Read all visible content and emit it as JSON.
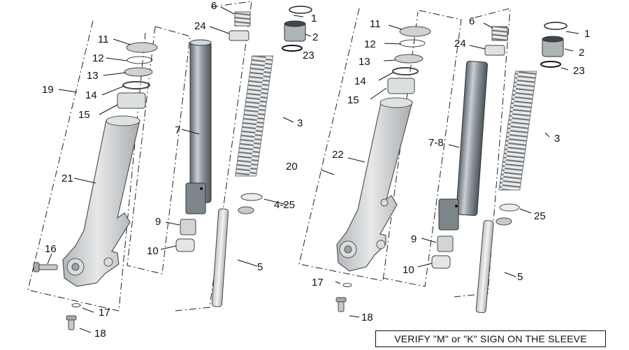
{
  "notice": "VERIFY \"M\" or \"K\" SIGN ON THE SLEEVE",
  "left_fork": {
    "labels": [
      "1",
      "2",
      "3",
      "4-25",
      "5",
      "6",
      "7",
      "9",
      "10",
      "11",
      "12",
      "13",
      "14",
      "15",
      "16",
      "17",
      "18",
      "19",
      "21",
      "23",
      "24"
    ]
  },
  "right_fork": {
    "labels": [
      "1",
      "2",
      "3",
      "25",
      "5",
      "6",
      "7-8",
      "9",
      "10",
      "11",
      "12",
      "13",
      "14",
      "15",
      "17",
      "18",
      "20",
      "22",
      "23",
      "24"
    ]
  },
  "colors": {
    "tube": "#8c969c",
    "slider": "#cfd2d4",
    "spring": "#9aa0a4",
    "line": "#111111"
  }
}
